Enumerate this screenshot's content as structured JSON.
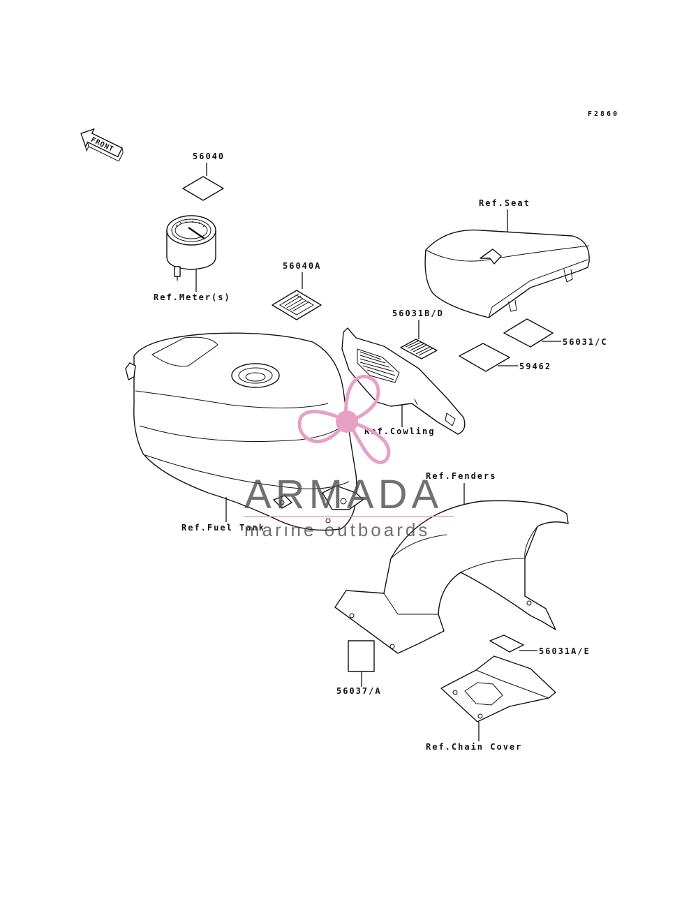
{
  "figure_code": "F2860",
  "front_arrow_label": "FRONT",
  "labels": {
    "p56040": "56040",
    "meter": "Ref.Meter(s)",
    "p56040a": "56040A",
    "seat": "Ref.Seat",
    "p56031bd": "56031B/D",
    "p56031c": "56031/C",
    "p59462": "59462",
    "cowling": "Ref.Cowling",
    "fenders": "Ref.Fenders",
    "fuel_tank": "Ref.Fuel Tank",
    "p56031ae": "56031A/E",
    "p56037a": "56037/A",
    "chain_cover": "Ref.Chain Cover"
  },
  "watermark": {
    "brand": "ARMADA",
    "tagline": "marine outboards",
    "logo_icon": "propeller-icon",
    "color_pink": "#e6a1c4",
    "color_text": "#4a4a4a"
  }
}
